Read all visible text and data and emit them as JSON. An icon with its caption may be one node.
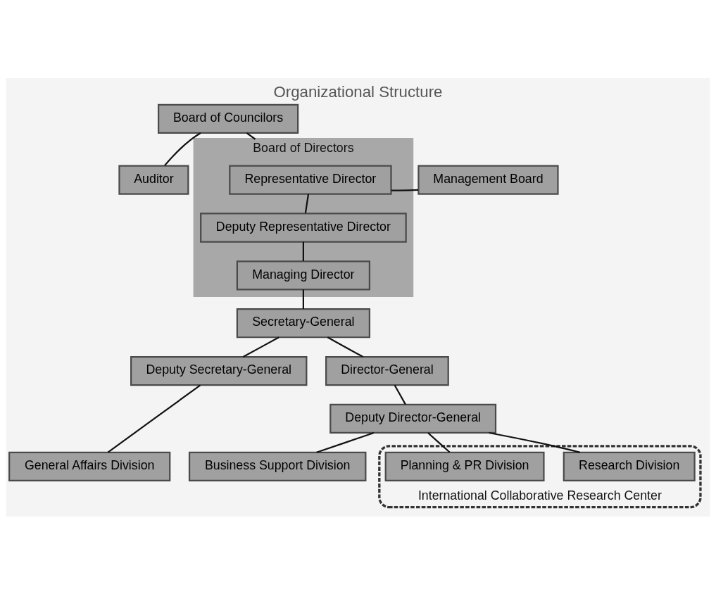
{
  "diagram": {
    "title": "Organizational Structure",
    "nodes": [
      {
        "text": [
          "Board of Councilors"
        ]
      },
      {
        "text": [
          "Auditor"
        ]
      },
      {
        "text": [
          "Board of Directors"
        ]
      },
      {
        "text": [
          "Management Board"
        ]
      },
      {
        "text": [
          "Representative Director"
        ],
        "in": 2
      },
      {
        "text": [
          "Deputy Representative Director"
        ],
        "in": 2
      },
      {
        "text": [
          "Managing Director"
        ],
        "in": 2
      },
      {
        "text": [
          "Secretary-General"
        ]
      },
      {
        "text": [
          "Director-General"
        ]
      },
      {
        "text": [
          "Deputy Secretary-General"
        ]
      },
      {
        "text": [
          "Deputy Director-General"
        ]
      },
      {
        "text": [
          "International Collaborative Research Center"
        ]
      },
      {
        "text": [
          "General Affairs Division"
        ]
      },
      {
        "text": [
          "Planning & PR Division"
        ],
        "in": 11
      },
      {
        "text": [
          "Research Division"
        ],
        "in": 11
      },
      {
        "text": [
          "Business Support Division"
        ]
      }
    ],
    "edges": [
      {
        "from": 0,
        "to": 1,
        "arrow": "none"
      },
      {
        "from": 0,
        "to": 2,
        "arrow": "none"
      },
      {
        "from": 3,
        "to": 4,
        "arrow": "none"
      },
      {
        "from": 4,
        "to": 5,
        "arrow": "none"
      },
      {
        "from": 5,
        "to": 6,
        "arrow": "none"
      },
      {
        "from": 6,
        "to": 7,
        "arrow": "none"
      },
      {
        "from": 7,
        "to": 9,
        "arrow": "none"
      },
      {
        "from": 7,
        "to": 8,
        "arrow": "none"
      },
      {
        "from": 8,
        "to": 10,
        "arrow": "none"
      },
      {
        "from": 9,
        "to": 12,
        "arrow": "none"
      },
      {
        "from": 10,
        "to": 13,
        "arrow": "none"
      },
      {
        "from": 10,
        "to": 14,
        "arrow": "none"
      },
      {
        "from": 10,
        "to": 15,
        "arrow": "none"
      }
    ]
  }
}
